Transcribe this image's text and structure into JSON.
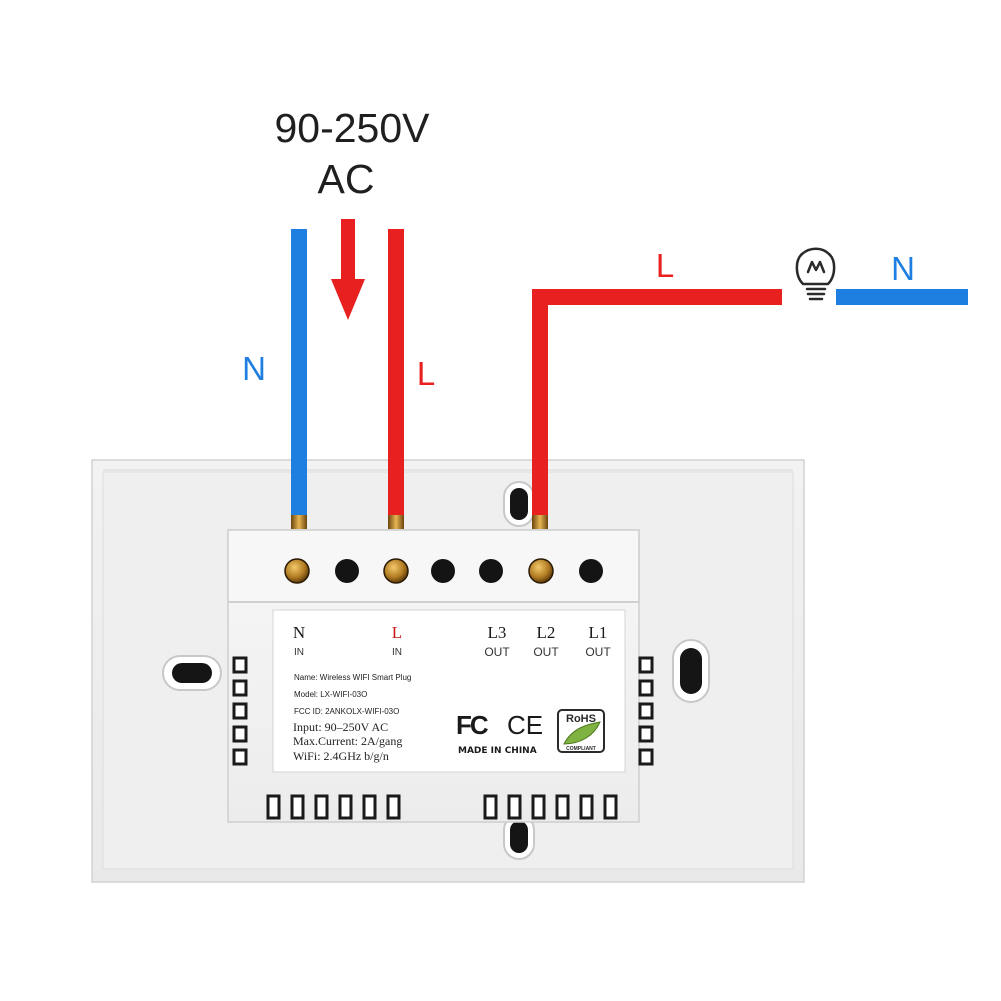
{
  "supply": {
    "voltage": "90-250V",
    "current_type": "AC"
  },
  "wires": {
    "neutral_label": "N",
    "live_label": "L",
    "load_live_label": "L",
    "load_neutral_label": "N"
  },
  "colors": {
    "neutral": "#1e7fe0",
    "live": "#e82020",
    "label_text": "#1f1f1f"
  },
  "load": {
    "icon": "light-bulb-icon"
  },
  "terminals": {
    "n": {
      "name": "N",
      "sub": "IN"
    },
    "l": {
      "name": "L",
      "sub": "IN"
    },
    "l3": {
      "name": "L3",
      "sub": "OUT"
    },
    "l2": {
      "name": "L2",
      "sub": "OUT"
    },
    "l1": {
      "name": "L1",
      "sub": "OUT"
    }
  },
  "specs": {
    "name": "Name: Wireless WIFI Smart Plug",
    "model": "Model: LX-WIFI-03O",
    "fcc": "FCC ID: 2ANKOLX-WIFI-03O",
    "input": "Input: 90–250V AC",
    "max_current": "Max.Current: 2A/gang",
    "wifi": "WiFi: 2.4GHz b/g/n"
  },
  "certifications": {
    "fc": "FC",
    "ce": "CE",
    "made_in": "MADE IN CHINA",
    "rohs": "RoHS",
    "rohs_sub": "COMPLIANT"
  }
}
